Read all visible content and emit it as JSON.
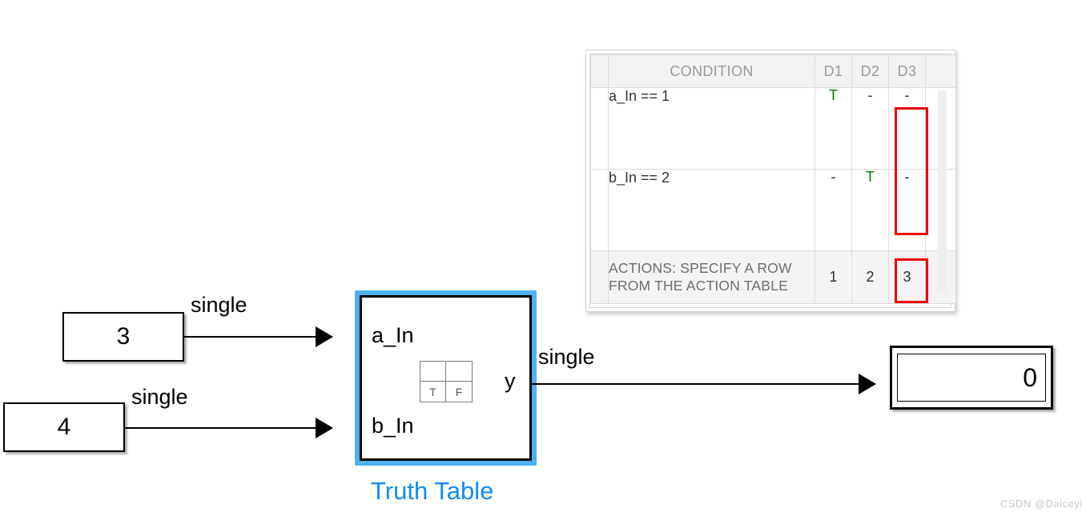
{
  "model": {
    "constants": [
      {
        "name": "constant-block-3",
        "value": "3",
        "signal_label": "single"
      },
      {
        "name": "constant-block-4",
        "value": "4",
        "signal_label": "single"
      }
    ],
    "truth_table_block": {
      "caption": "Truth Table",
      "input_ports": [
        "a_In",
        "b_In"
      ],
      "output_port": "y",
      "output_signal_label": "single",
      "icon_cells": [
        "",
        "",
        "T",
        "F"
      ],
      "selected": true,
      "selection_color": "#4db2f0",
      "caption_color": "#0f8cf5"
    },
    "display_block": {
      "value": "0"
    }
  },
  "condition_table": {
    "headers": [
      "",
      "CONDITION",
      "D1",
      "D2",
      "D3",
      ""
    ],
    "rows": [
      {
        "condition": "a_In == 1",
        "decisions": [
          "T",
          "-",
          "-"
        ]
      },
      {
        "condition": "b_In == 2",
        "decisions": [
          "-",
          "T",
          "-"
        ]
      }
    ],
    "actions_row": {
      "label_line1": "ACTIONS: SPECIFY A ROW",
      "label_line2": "FROM THE ACTION TABLE",
      "values": [
        "1",
        "2",
        "3"
      ]
    },
    "column_highlight": {
      "D1": "#fdfde8",
      "D2": "#ffffff",
      "D3": "#fdfde8"
    },
    "true_mark_color": "#007d00",
    "annotation_color": "#f00000",
    "annotated_column": "D3"
  },
  "watermark": {
    "text": "CSDN @Daiceyi"
  }
}
